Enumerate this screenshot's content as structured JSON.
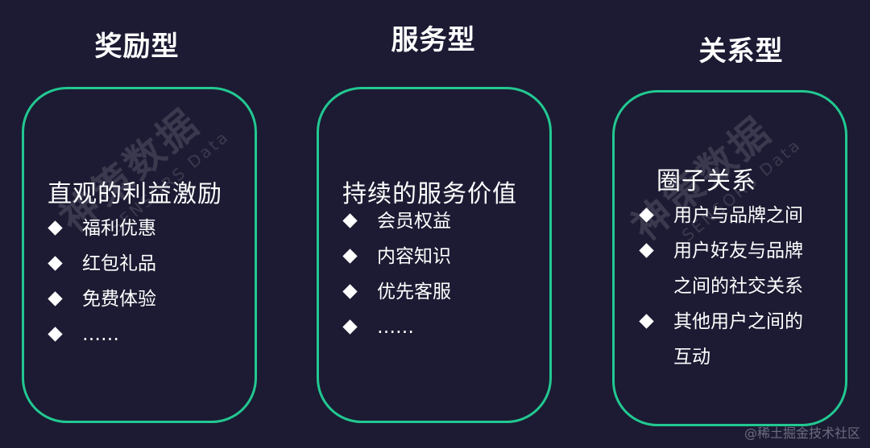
{
  "columns": [
    {
      "title": "奖励型",
      "heading": "直观的利益激励",
      "bullets": [
        "福利优惠",
        "红包礼品",
        "免费体验",
        "……"
      ]
    },
    {
      "title": "服务型",
      "heading": "持续的服务价值",
      "bullets": [
        "会员权益",
        "内容知识",
        "优先客服",
        "……"
      ]
    },
    {
      "title": "关系型",
      "heading": "圈子关系",
      "bullets": [
        {
          "lines": [
            "用户与品牌之间"
          ]
        },
        {
          "lines": [
            "用户好友与品牌",
            "之间的社交关系"
          ]
        },
        {
          "lines": [
            "其他用户之间的",
            "互动"
          ]
        }
      ]
    }
  ],
  "watermark": {
    "cn": "神策数据",
    "en": "SENSORS Data"
  },
  "footer": "@稀土掘金技术社区",
  "colors": {
    "background": "#1c1b33",
    "border": "#22c891",
    "text": "#ffffff"
  }
}
